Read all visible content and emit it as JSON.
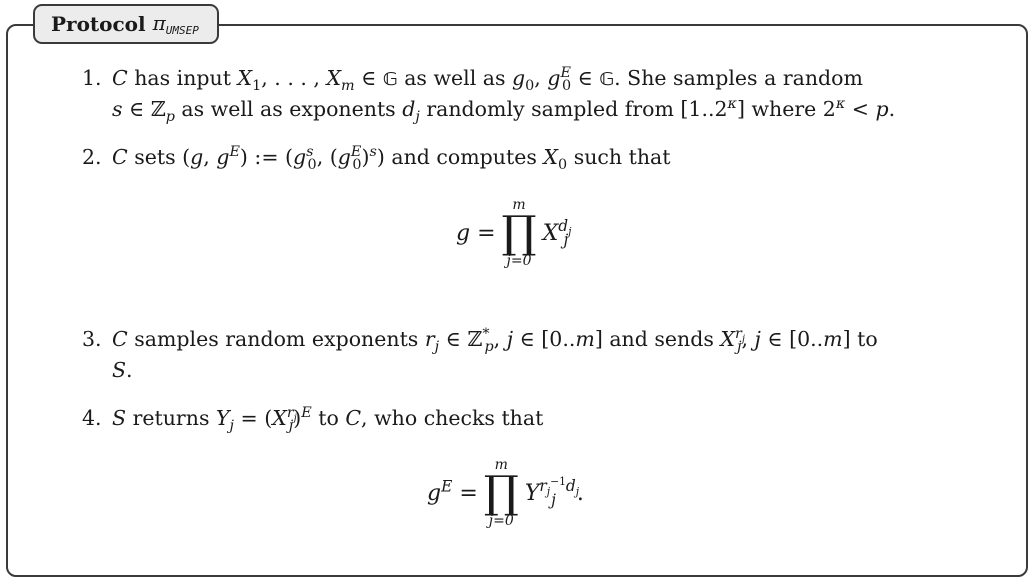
{
  "box": {
    "title_bold": "Protocol",
    "title_pi": "π",
    "title_sub": "UMSEP"
  },
  "items": [
    {
      "number": "1.",
      "line1": "C has input X₁, . . . , Xₘ ∈ 𝔾 as well as g₀, g₀ᴱ ∈ 𝔾. She samples a random",
      "line2": "s ∈ ℤₚ as well as exponents dⱼ randomly sampled from [1..2^κ] where 2^κ < p."
    },
    {
      "number": "2.",
      "line1": "C sets (g, gᴱ) := (g₀ˢ, (g₀ᴱ)ˢ) and computes X₀ such that",
      "equation": "g = ∏_{j=0}^{m} Xⱼ^{dⱼ}"
    },
    {
      "number": "3.",
      "line1": "C samples random exponents rⱼ ∈ ℤₚ*, j ∈ [0..m] and sends Xⱼ^{rⱼ}, j ∈ [0..m] to",
      "line2": "S."
    },
    {
      "number": "4.",
      "line1": "S returns Yⱼ = (Xⱼ^{rⱼ})ᴱ to C, who checks that",
      "equation": "gᴱ = ∏_{j=0}^{m} Yⱼ^{rⱼ⁻¹dⱼ}."
    }
  ]
}
